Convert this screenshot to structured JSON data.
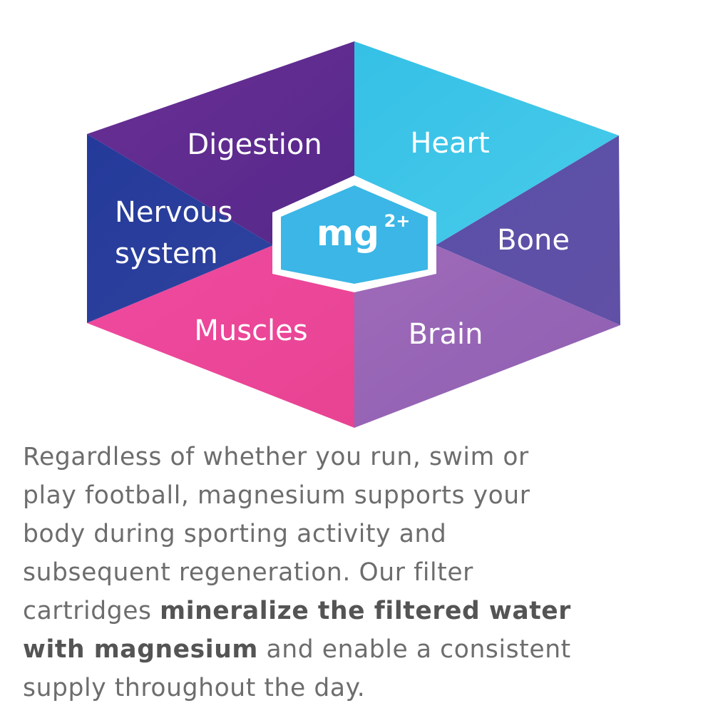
{
  "diagram": {
    "center": {
      "base": "mg",
      "superscript": "2+"
    },
    "segments": [
      {
        "key": "digestion",
        "label_lines": [
          "Digestion"
        ],
        "color": "#5f2d8f"
      },
      {
        "key": "heart",
        "label_lines": [
          "Heart"
        ],
        "color": "#3ec6e8"
      },
      {
        "key": "bone",
        "label_lines": [
          "Bone"
        ],
        "color": "#5e4ea6"
      },
      {
        "key": "brain",
        "label_lines": [
          "Brain"
        ],
        "color": "#9466b6"
      },
      {
        "key": "muscles",
        "label_lines": [
          "Muscles"
        ],
        "color": "#ec4899"
      },
      {
        "key": "nervous",
        "label_lines": [
          "Nervous",
          "system"
        ],
        "color": "#2a3d9c"
      }
    ],
    "center_color": "#3bb6e6"
  },
  "caption": {
    "lines": [
      [
        {
          "text": "Regardless of whether you run, swim or",
          "bold": false
        }
      ],
      [
        {
          "text": "play football, magnesium supports your",
          "bold": false
        }
      ],
      [
        {
          "text": "body during sporting activity and",
          "bold": false
        }
      ],
      [
        {
          "text": "subsequent regeneration. Our filter",
          "bold": false
        }
      ],
      [
        {
          "text": "cartridges ",
          "bold": false
        },
        {
          "text": "mineralize the filtered water",
          "bold": true
        }
      ],
      [
        {
          "text": "with magnesium",
          "bold": true
        },
        {
          "text": " and enable a consistent",
          "bold": false
        }
      ],
      [
        {
          "text": "supply throughout the day.",
          "bold": false
        }
      ]
    ]
  }
}
